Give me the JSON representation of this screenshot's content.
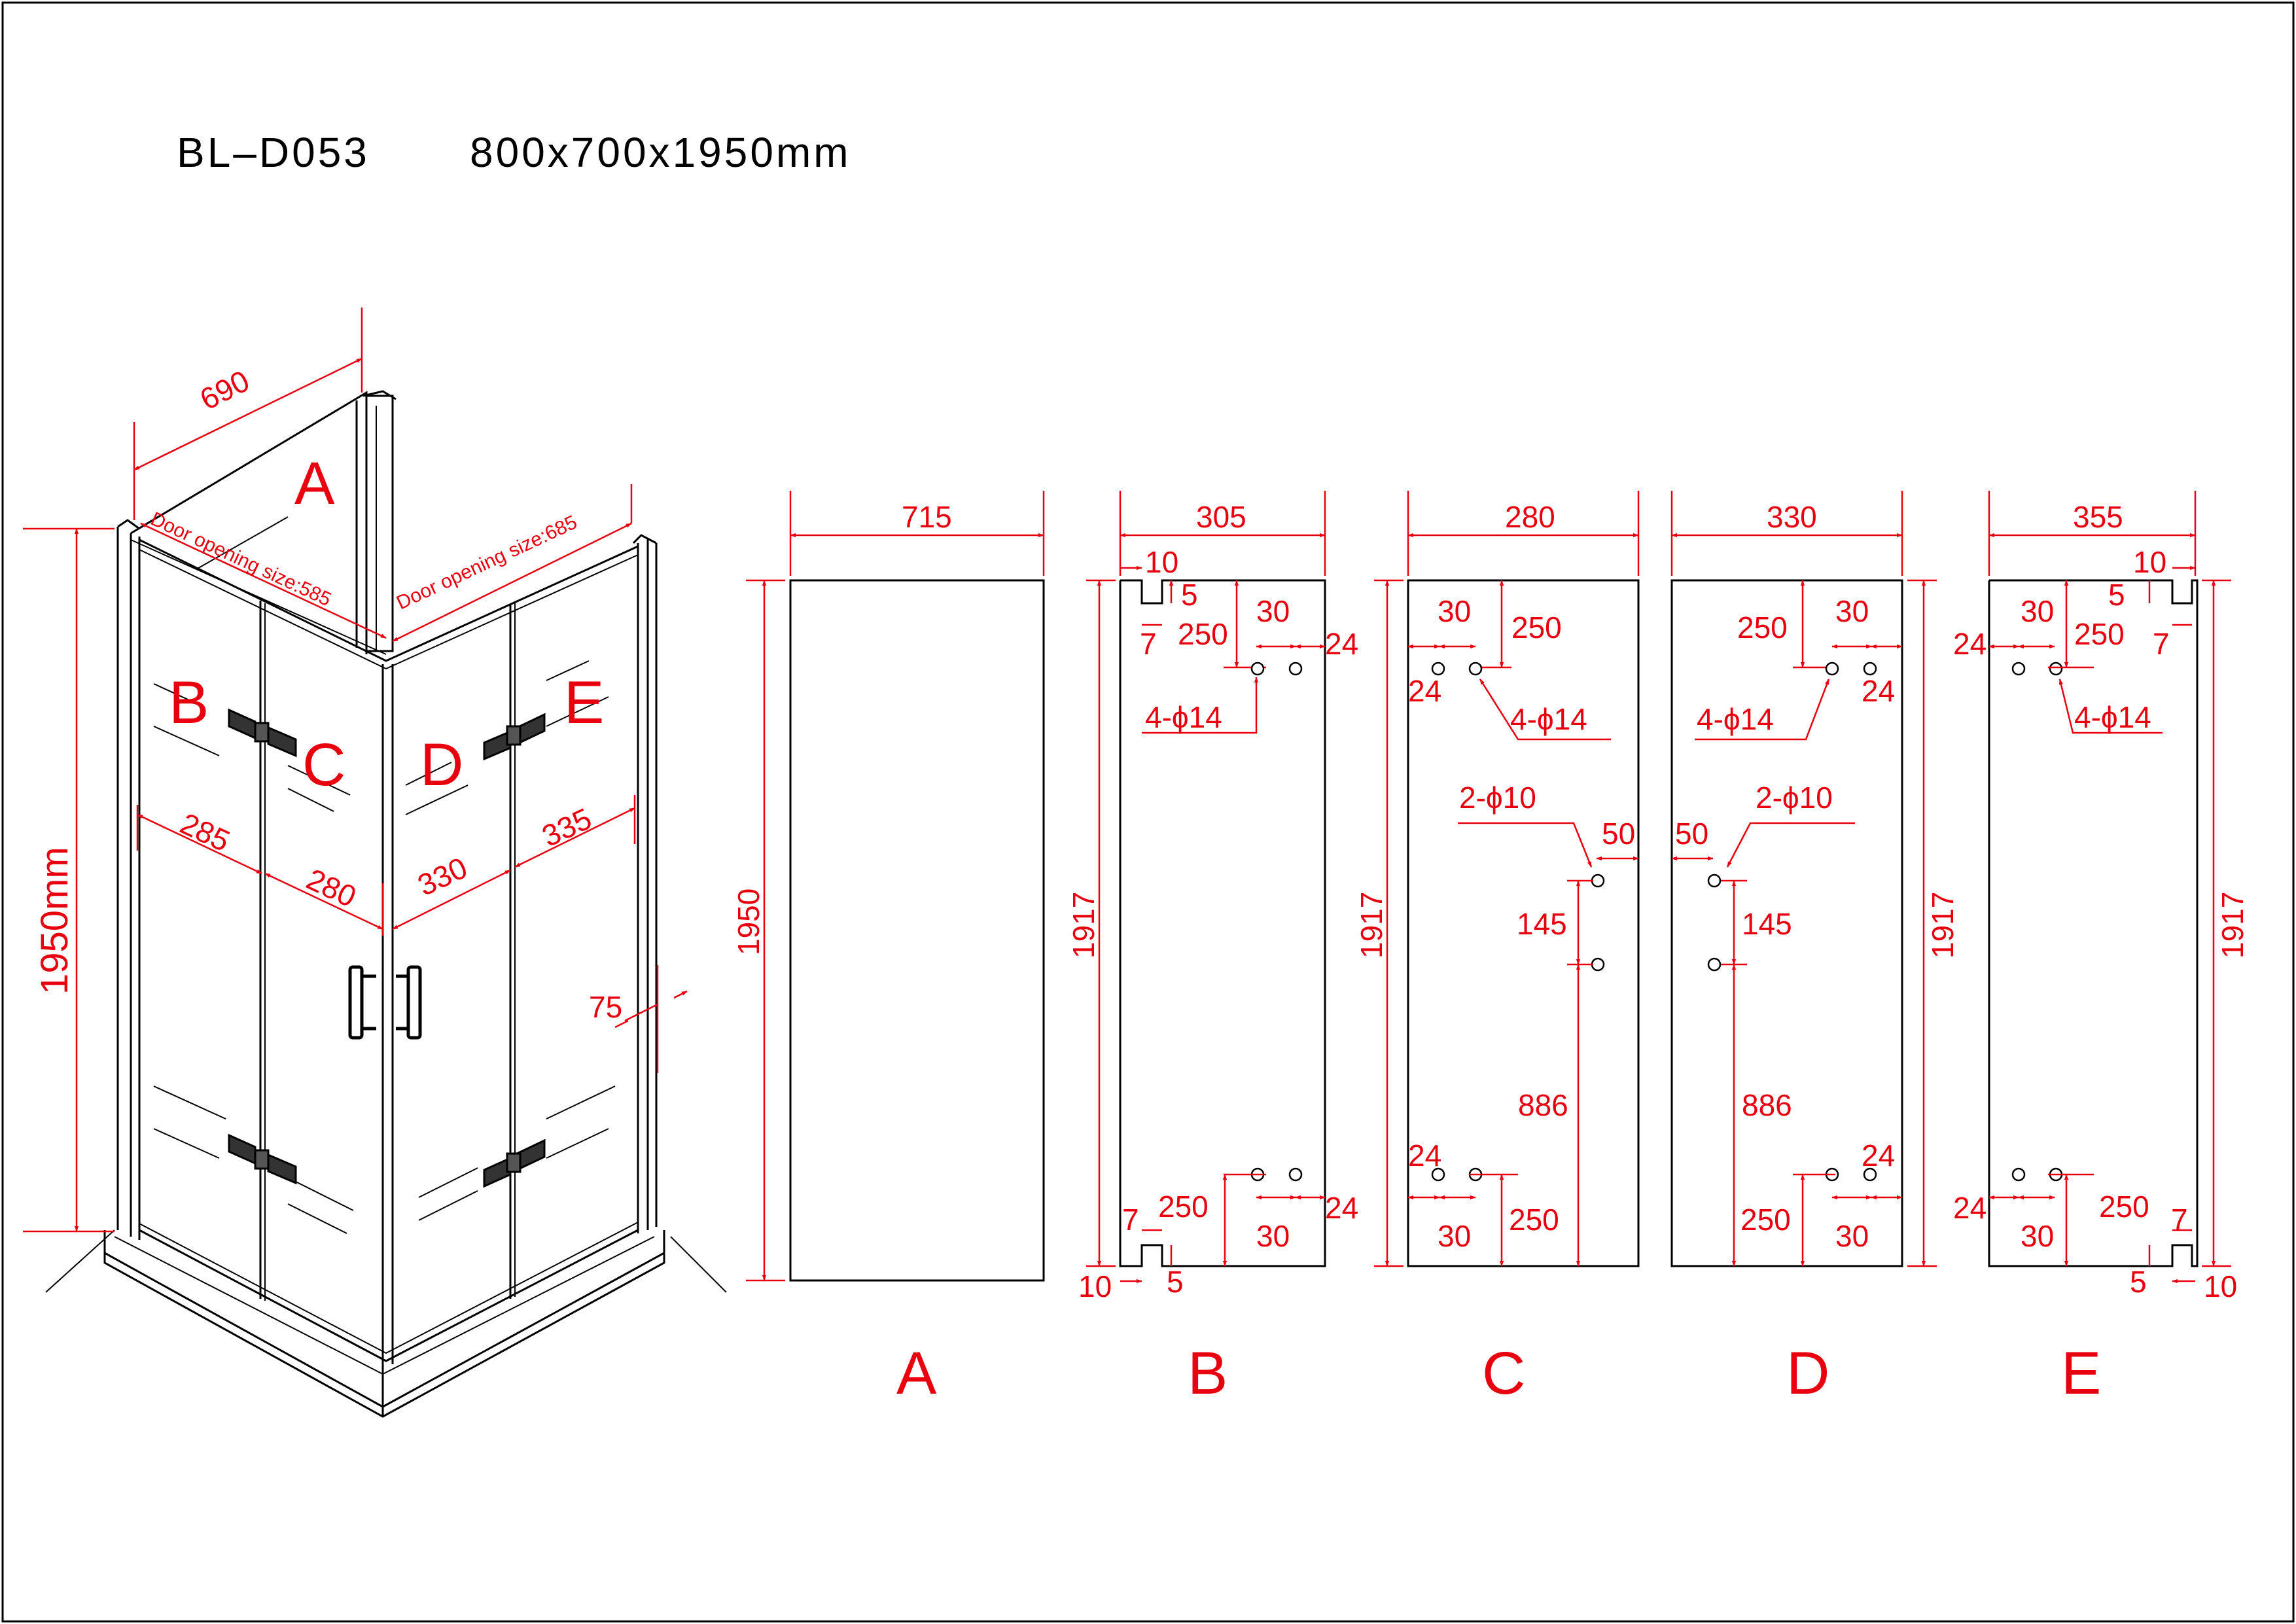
{
  "title": {
    "model": "BL–D053",
    "size": "800x700x1950mm"
  },
  "iso": {
    "dim_depth": "690",
    "dim_height": "1950mm",
    "door_opening_left": "Door opening size:585",
    "door_opening_right": "Door opening size:685",
    "seg_b": "285",
    "seg_c": "280",
    "seg_d": "330",
    "seg_e": "335",
    "profile": "75",
    "letters": [
      "A",
      "B",
      "C",
      "D",
      "E"
    ]
  },
  "panels": {
    "a": {
      "letter": "A",
      "width": "715",
      "height": "1950"
    },
    "b": {
      "letter": "B",
      "width": "305",
      "height": "1917",
      "notch_w": "10",
      "notch_h": "5",
      "notch_d": "7",
      "hole_top": "250",
      "hole_space": "30",
      "hole_edge": "24",
      "holes": "4-ϕ14",
      "bot_notch_d": "7",
      "bot_notch_h": "5",
      "bot_notch_w": "10",
      "hole_bottom": "250",
      "hole_space_b": "30",
      "hole_edge_b": "24"
    },
    "c": {
      "letter": "C",
      "width": "280",
      "height": "1917",
      "hole_space": "30",
      "hole_edge": "24",
      "hole_top": "250",
      "holes": "4-ϕ14",
      "handle_holes": "2-ϕ10",
      "handle_edge": "50",
      "handle_space": "145",
      "handle_bottom": "886",
      "hole_edge_b": "24",
      "hole_space_b": "30",
      "hole_bottom": "250"
    },
    "d": {
      "letter": "D",
      "width": "330",
      "height": "1917",
      "hole_top": "250",
      "hole_space": "30",
      "hole_edge": "24",
      "holes": "4-ϕ14",
      "handle_holes": "2-ϕ10",
      "handle_edge": "50",
      "handle_space": "145",
      "handle_bottom": "886",
      "hole_edge_b": "24",
      "hole_bottom": "250",
      "hole_space_b": "30"
    },
    "e": {
      "letter": "E",
      "width": "355",
      "height": "1917",
      "notch_w": "10",
      "notch_h": "5",
      "notch_d": "7",
      "hole_edge": "24",
      "hole_space": "30",
      "hole_top": "250",
      "holes": "4-ϕ14",
      "hole_edge_b": "24",
      "hole_space_b": "30",
      "hole_bottom": "250",
      "bot_notch_d": "7",
      "bot_notch_h": "5",
      "bot_notch_w": "10"
    }
  },
  "colors": {
    "dimension": "#e8000f",
    "outline": "#000000"
  }
}
